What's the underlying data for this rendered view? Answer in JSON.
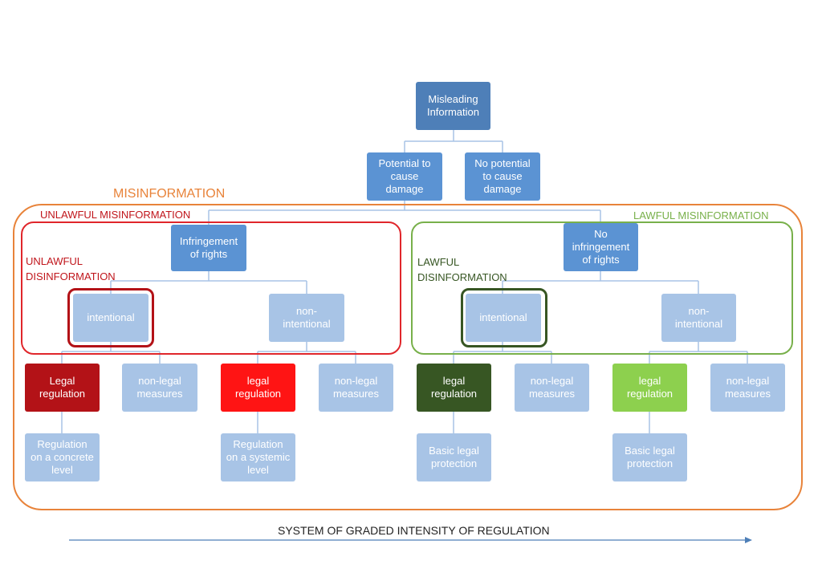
{
  "colors": {
    "dark_blue": "#4e7fb8",
    "mid_blue": "#5b93d3",
    "light_blue": "#a8c4e6",
    "orange": "#e8833a",
    "red": "#e0262b",
    "dark_red": "#b31217",
    "bright_red": "#ff1414",
    "green": "#78b04a",
    "dark_green": "#375623",
    "light_green": "#8dd04e",
    "axis_blue": "#4e7fb8"
  },
  "labels": {
    "misinformation": "MISINFORMATION",
    "unlawful_misinformation": "UNLAWFUL MISINFORMATION",
    "lawful_misinformation": "LAWFUL MISINFORMATION",
    "unlawful_disinformation": "UNLAWFUL\nDISINFORMATION",
    "lawful_disinformation": "LAWFUL\nDISINFORMATION",
    "axis": "SYSTEM OF GRADED INTENSITY OF REGULATION"
  },
  "nodes": {
    "root": "Misleading\nInformation",
    "potential": "Potential to\ncause\ndamage",
    "no_potential": "No potential\nto cause\ndamage",
    "infringement": "Infringement\nof rights",
    "no_infringement": "No\ninfringement\nof rights",
    "left_intentional": "intentional",
    "left_nonintentional": "non-\nintentional",
    "right_intentional": "intentional",
    "right_nonintentional": "non-\nintentional",
    "l_legal_1": "Legal\nregulation",
    "l_nonlegal_1": "non-legal\nmeasures",
    "l_legal_2": "legal\nregulation",
    "l_nonlegal_2": "non-legal\nmeasures",
    "r_legal_1": "legal\nregulation",
    "r_nonlegal_1": "non-legal\nmeasures",
    "r_legal_2": "legal\nregulation",
    "r_nonlegal_2": "non-legal\nmeasures",
    "leaf_concrete": "Regulation\non a concrete\nlevel",
    "leaf_systemic": "Regulation\non a systemic\nlevel",
    "leaf_basic_1": "Basic legal\nprotection",
    "leaf_basic_2": "Basic legal\nprotection"
  }
}
